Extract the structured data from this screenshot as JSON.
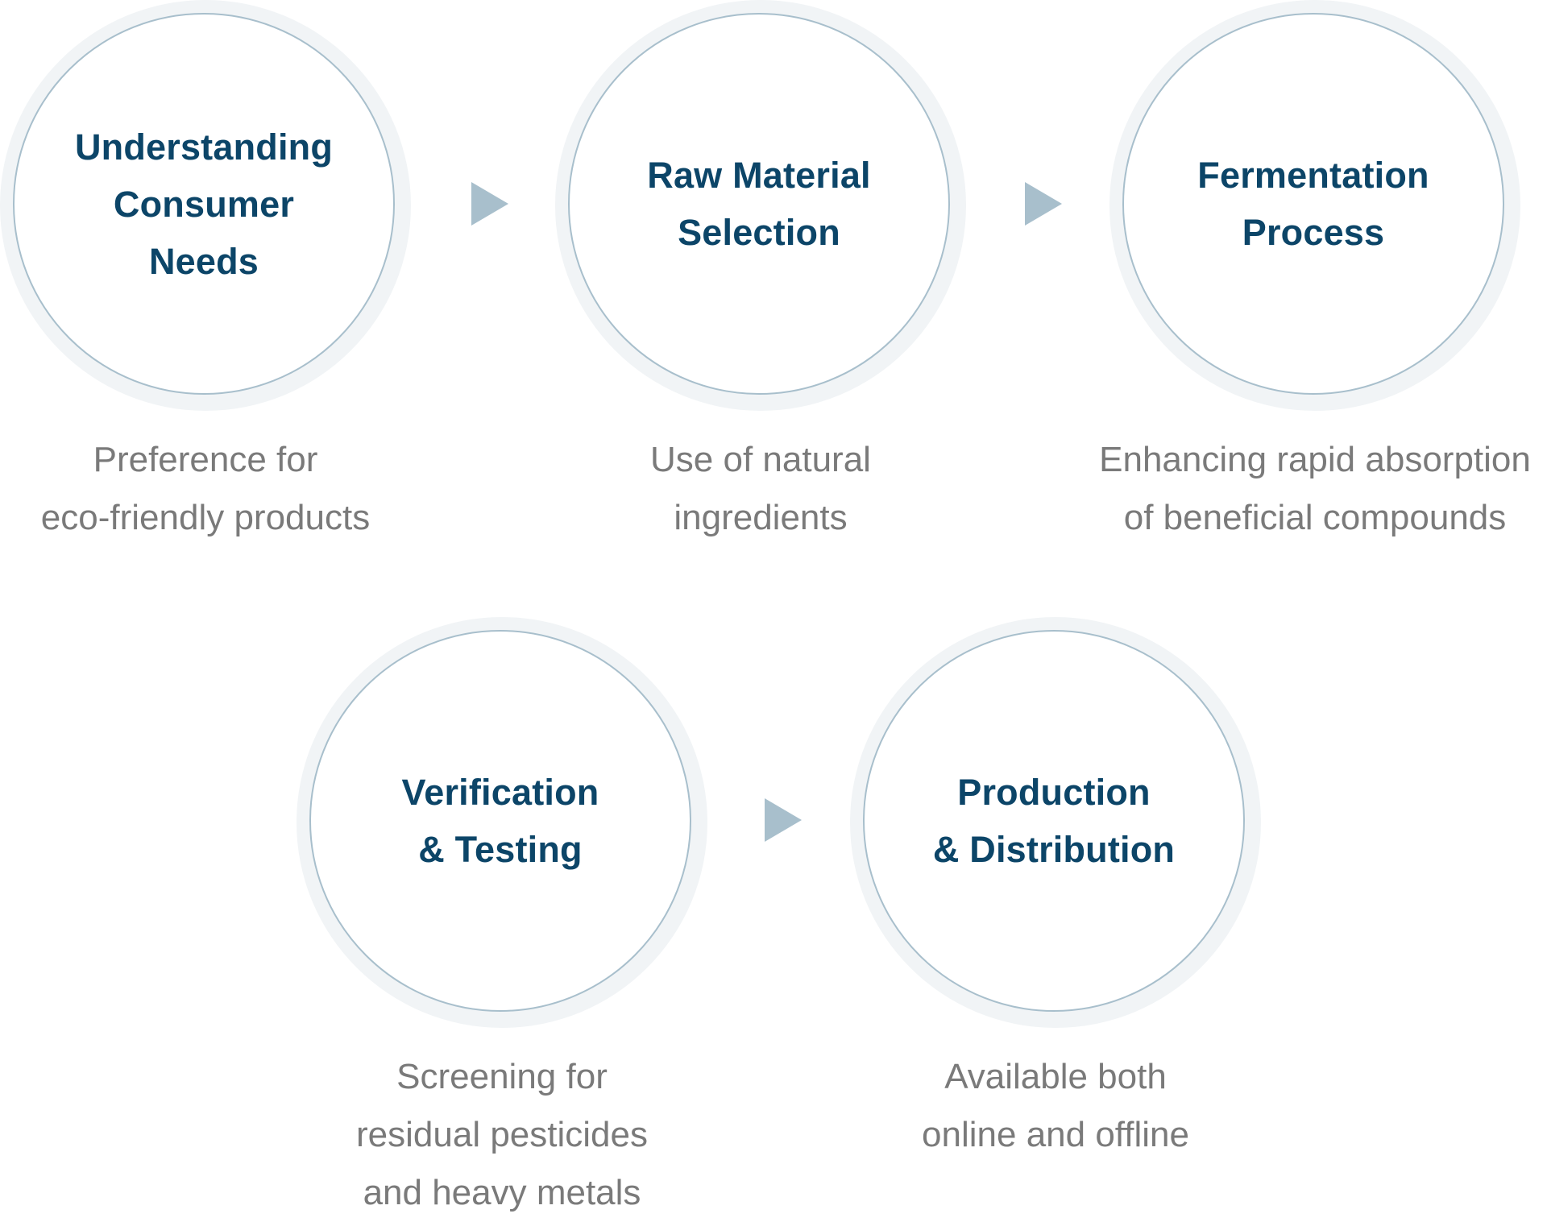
{
  "steps": [
    {
      "title": "Understanding\nConsumer\nNeeds",
      "description": "Preference for\neco-friendly products"
    },
    {
      "title": "Raw Material\nSelection",
      "description": "Use of natural\ningredients"
    },
    {
      "title": "Fermentation\nProcess",
      "description": "Enhancing rapid absorption\nof beneficial compounds"
    },
    {
      "title": "Verification\n& Testing",
      "description": "Screening for\nresidual pesticides\nand heavy metals"
    },
    {
      "title": "Production\n& Distribution",
      "description": "Available both\nonline and offline"
    }
  ],
  "colors": {
    "title_text": "#0c4568",
    "description_text": "#7a7a7a",
    "circle_border": "#a8bfcc",
    "outer_ring": "#f1f4f6",
    "arrow": "#a8bfcc"
  },
  "icons": {
    "connector": "triangle-right-arrow-icon"
  }
}
